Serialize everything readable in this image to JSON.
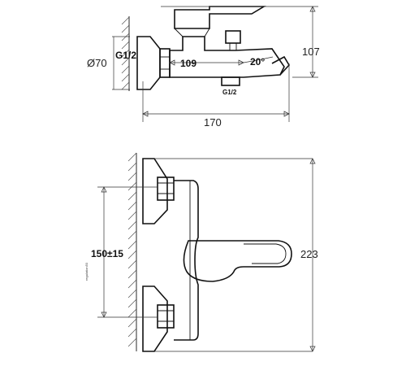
{
  "labels": {
    "dim_diameter": "Ø70",
    "dim_thread_left": "G1/2",
    "dim_109": "109",
    "dim_angle": "20°",
    "dim_107": "107",
    "dim_thread_bottom": "G1/2",
    "dim_170": "170",
    "dim_150": "150±15",
    "dim_223": "223",
    "tiny_vertical_note": "regulation50"
  }
}
